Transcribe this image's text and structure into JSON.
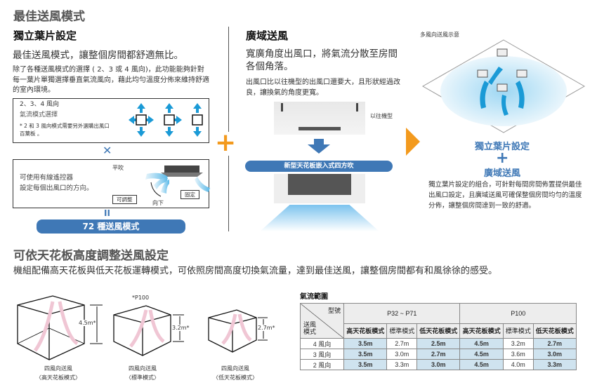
{
  "title": "最佳送風模式",
  "left": {
    "heading": "獨立葉片設定",
    "lead": "最佳送風模式，讓整個房間都舒適無比。",
    "body": "除了各種送風模式的選擇 ( 2、3 或 4 風向)，此功能能夠針對每一葉片單獨選擇垂直氣流風向，藉此均勻溫度分佈來維持舒適的室內環境。",
    "box1": {
      "line1": "2、3、4 風向",
      "line2": "氣流模式選擇",
      "note": "* 2 和 3 風向模式需要另外選購出風口百葉板 。"
    },
    "times": "✕",
    "box2": {
      "text1": "可使用有線遙控器",
      "text2": "設定每個出風口的方向。",
      "flat": "平吹",
      "adjustable": "可調整",
      "down": "向下",
      "fixed": "固定"
    },
    "equals": "II",
    "result": "72 種送風模式"
  },
  "plus": "+",
  "middle": {
    "heading": "廣域送風",
    "lead": "寬廣角度出風口，將氣流分散至房間各個角落。",
    "body": "出風口比以往機型的出風口還要大，且形狀經過改良，讓換氣的角度更寬。",
    "old_model": "以往機型",
    "new_model": "新型天花板嵌入式四方吹"
  },
  "right": {
    "caption": "多風向送風示意",
    "combo1": "獨立葉片設定",
    "combo2": "廣域送風",
    "body": "獨立葉片設定的組合，可針對每間房間佈置提供最佳出風口設定，且廣域送風可確保整個房間均勻的溫度分佈，讓整個房間達到一致的舒適。"
  },
  "bottom": {
    "heading": "可依天花板高度調整送風設定",
    "lead": "機組配備高天花板與低天花板運轉模式，可依照房間高度切換氣流量，達到最佳送風，讓整個房間都有和風徐徐的感受。",
    "p100_note": "*P100",
    "cubes": [
      {
        "height": "4.5m*",
        "label1": "四風向送風",
        "label2": "〈高天花板模式〉"
      },
      {
        "height": "3.2m*",
        "label1": "四風向送風",
        "label2": "〈標準模式〉"
      },
      {
        "height": "2.7m*",
        "label1": "四風向送風",
        "label2": "〈低天花板模式〉"
      }
    ]
  },
  "table": {
    "title": "氣流範圍",
    "corner_top": "型號",
    "corner_bottom": "送風模式",
    "groups": [
      "P32 ~ P71",
      "P100"
    ],
    "modes": [
      "高天花板模式",
      "標準模式",
      "低天花板模式",
      "高天花板模式",
      "標準模式",
      "低天花板模式"
    ],
    "rows": [
      {
        "label": "4 風向",
        "values": [
          "3.5m",
          "2.7m",
          "2.5m",
          "4.5m",
          "3.2m",
          "2.7m"
        ]
      },
      {
        "label": "3 風向",
        "values": [
          "3.5m",
          "3.0m",
          "2.7m",
          "4.5m",
          "3.6m",
          "3.0m"
        ]
      },
      {
        "label": "2 風向",
        "values": [
          "3.5m",
          "3.3m",
          "3.0m",
          "4.5m",
          "4.0m",
          "3.3m"
        ]
      }
    ]
  },
  "colors": {
    "accent": "#3f78b6",
    "orange": "#f39a1e",
    "arrow": "#1a9ad6",
    "highlight": "#cfe3ef"
  }
}
